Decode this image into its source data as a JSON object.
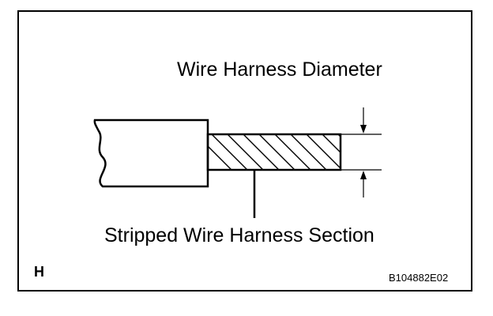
{
  "labels": {
    "diameter": "Wire Harness Diameter",
    "stripped_section": "Stripped Wire Harness Section",
    "corner_mark": "H",
    "figure_code": "B104882E02"
  }
}
